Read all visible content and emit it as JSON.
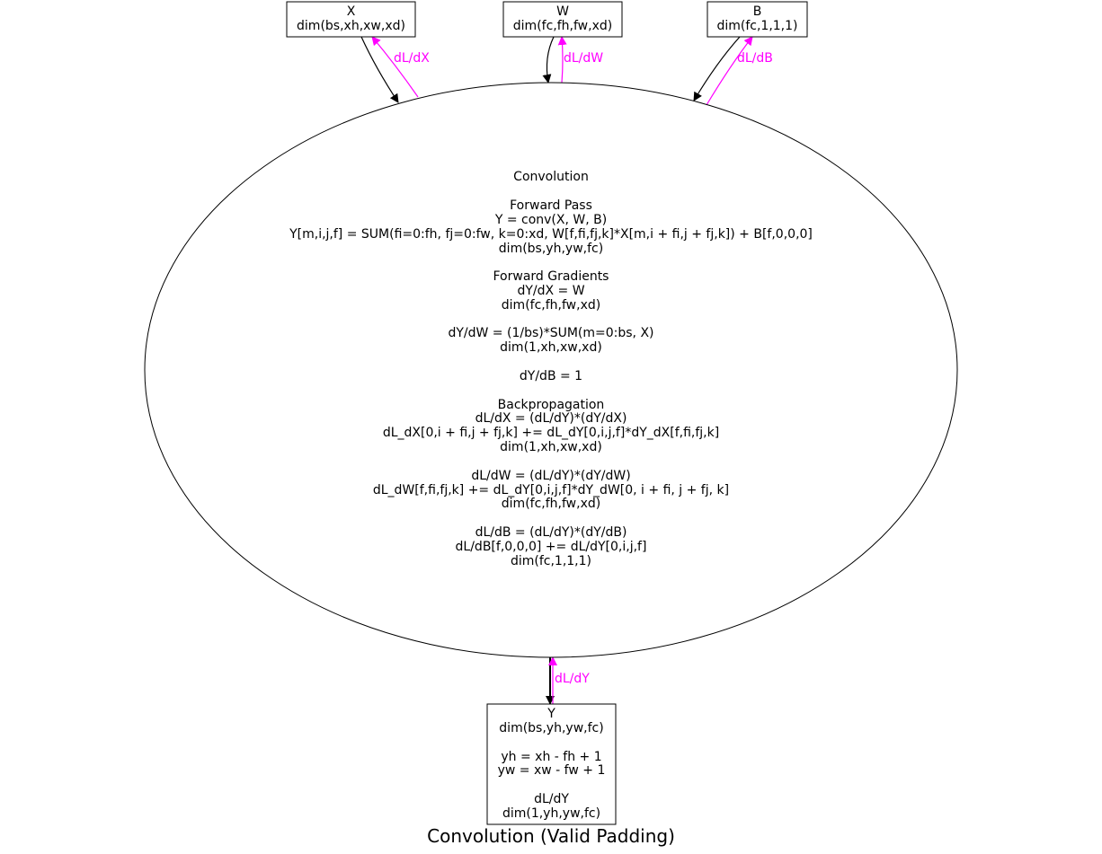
{
  "graph": {
    "title": "Convolution (Valid Padding)"
  },
  "nodes": {
    "x": {
      "lines": [
        "X",
        "dim(bs,xh,xw,xd)"
      ]
    },
    "w": {
      "lines": [
        "W",
        "dim(fc,fh,fw,xd)"
      ]
    },
    "b": {
      "lines": [
        "B",
        "dim(fc,1,1,1)"
      ]
    },
    "conv": {
      "lines": [
        "Convolution",
        "",
        "Forward Pass",
        "Y = conv(X, W, B)",
        "Y[m,i,j,f] = SUM(fi=0:fh, fj=0:fw, k=0:xd, W[f,fi,fj,k]*X[m,i + fi,j + fj,k]) + B[f,0,0,0]",
        "dim(bs,yh,yw,fc)",
        "",
        "Forward Gradients",
        "dY/dX = W",
        "dim(fc,fh,fw,xd)",
        "",
        "dY/dW = (1/bs)*SUM(m=0:bs, X)",
        "dim(1,xh,xw,xd)",
        "",
        "dY/dB = 1",
        "",
        "Backpropagation",
        "dL/dX = (dL/dY)*(dY/dX)",
        "dL_dX[0,i + fi,j + fj,k] += dL_dY[0,i,j,f]*dY_dX[f,fi,fj,k]",
        "dim(1,xh,xw,xd)",
        "",
        "dL/dW = (dL/dY)*(dY/dW)",
        "dL_dW[f,fi,fj,k] += dL_dY[0,i,j,f]*dY_dW[0, i + fi, j + fj, k]",
        "dim(fc,fh,fw,xd)",
        "",
        "dL/dB = (dL/dY)*(dY/dB)",
        "dL/dB[f,0,0,0] += dL/dY[0,i,j,f]",
        "dim(fc,1,1,1)"
      ]
    },
    "y": {
      "lines": [
        "Y",
        "dim(bs,yh,yw,fc)",
        "",
        "yh = xh - fh + 1",
        "yw = xw - fw + 1",
        "",
        "dL/dY",
        "dim(1,yh,yw,fc)"
      ]
    }
  },
  "edges": {
    "dldx": "dL/dX",
    "dldw": "dL/dW",
    "dldb": "dL/dB",
    "dldy": "dL/dY"
  },
  "colors": {
    "forward_edge": "#000000",
    "gradient_edge": "#ff00ff"
  }
}
